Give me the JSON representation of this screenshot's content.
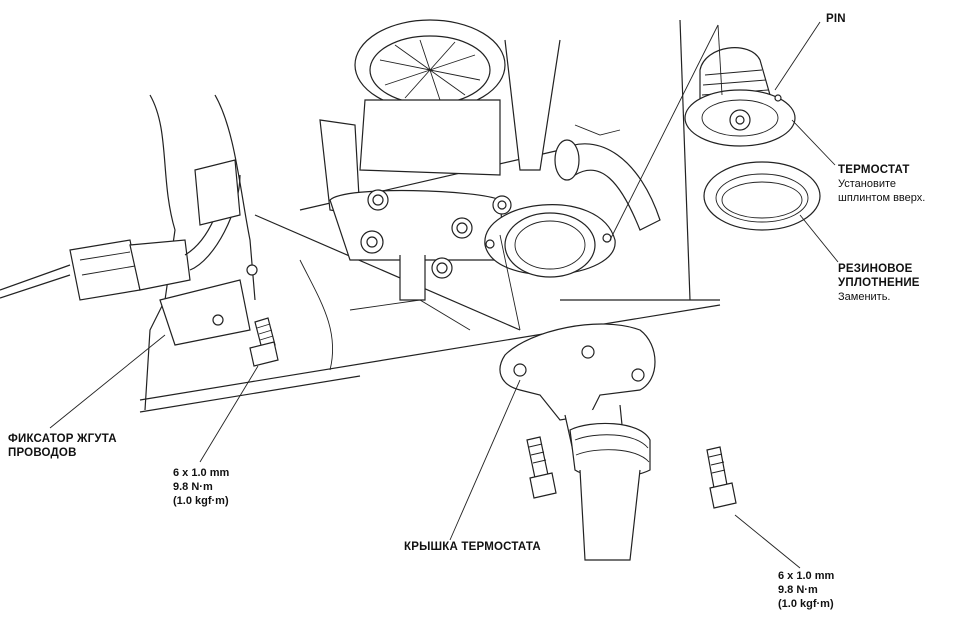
{
  "labels": {
    "pin": "PIN",
    "thermostat_title": "ТЕРМОСТАТ",
    "thermostat_note_1": "Установите",
    "thermostat_note_2": "шплинтом вверх.",
    "seal_title_1": "РЕЗИНОВОЕ",
    "seal_title_2": "УПЛОТНЕНИЕ",
    "seal_note": "Заменить.",
    "harness_clip_1": "ФИКСАТОР ЖГУТА",
    "harness_clip_2": "ПРОВОДОВ",
    "bolt_left_size": "6 x 1.0 mm",
    "bolt_left_torque_nm": "9.8 N·m",
    "bolt_left_torque_kgf": "(1.0 kgf·m)",
    "cover": "КРЫШКА ТЕРМОСТАТА",
    "bolt_right_size": "6 x 1.0 mm",
    "bolt_right_torque_nm": "9.8 N·m",
    "bolt_right_torque_kgf": "(1.0 kgf·m)"
  }
}
